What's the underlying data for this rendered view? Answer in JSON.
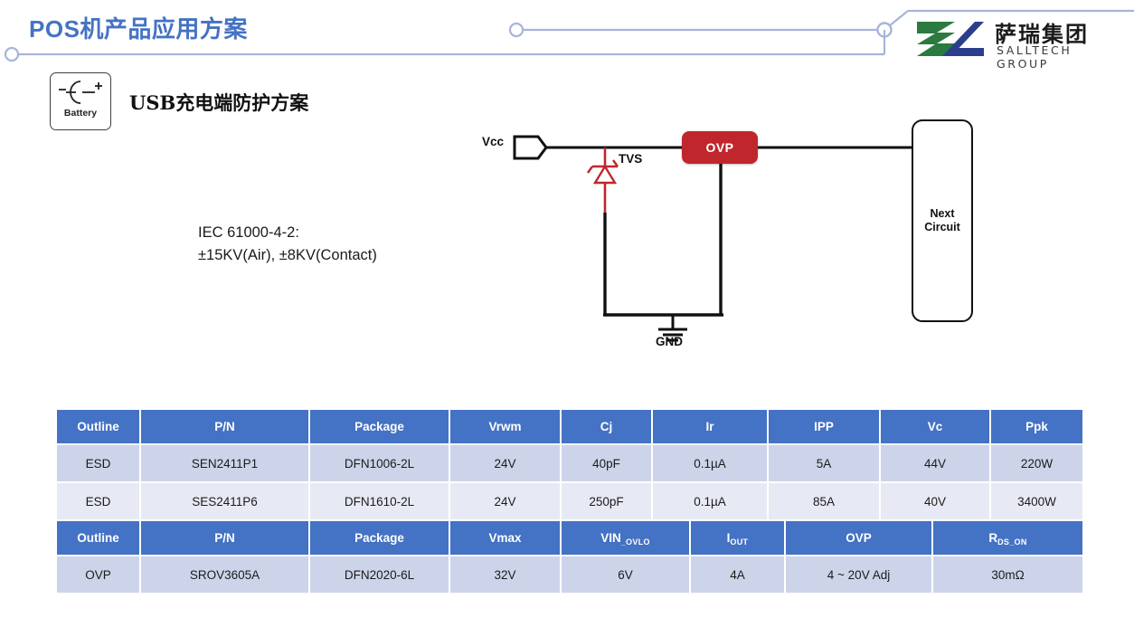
{
  "header": {
    "title": "POS机产品应用方案",
    "title_color": "#4472C4",
    "deco_line_color": "#A7B4DB"
  },
  "logo": {
    "name_cn": "萨瑞集团",
    "name_en": "SALLTECH GROUP",
    "mark_green": "#2C7A3F",
    "mark_blue": "#2B3E8C"
  },
  "badge": {
    "icon": "battery-icon",
    "label": "Battery"
  },
  "section": {
    "title": "USB充电端防护方案"
  },
  "note": {
    "line1": "IEC 61000-4-2:",
    "line2": "±15KV(Air), ±8KV(Contact)"
  },
  "circuit": {
    "vcc_label": "Vcc",
    "tvs_label": "TVS",
    "gnd_label": "GND",
    "ovp_label": "OVP",
    "ovp_color": "#C0272D",
    "tvs_color": "#C0272D",
    "next_circuit_line1": "Next",
    "next_circuit_line2": "Circuit",
    "wire_color": "#111111"
  },
  "table_esd": {
    "headers": [
      "Outline",
      "P/N",
      "Package",
      "Vrwm",
      "Cj",
      "Ir",
      "IPP",
      "Vc",
      "Ppk"
    ],
    "rows": [
      [
        "ESD",
        "SEN2411P1",
        "DFN1006-2L",
        "24V",
        "40pF",
        "0.1µA",
        "5A",
        "44V",
        "220W"
      ],
      [
        "ESD",
        "SES2411P6",
        "DFN1610-2L",
        "24V",
        "250pF",
        "0.1µA",
        "85A",
        "40V",
        "3400W"
      ]
    ],
    "header_bg": "#4472C4",
    "row_odd_bg": "#CDD4E9",
    "row_even_bg": "#E7EAF4"
  },
  "table_ovp": {
    "headers": [
      {
        "main": "Outline",
        "sub": ""
      },
      {
        "main": "P/N",
        "sub": ""
      },
      {
        "main": "Package",
        "sub": ""
      },
      {
        "main": "Vmax",
        "sub": ""
      },
      {
        "main": "VIN",
        "sub": "_OVLO"
      },
      {
        "main": "I",
        "sub": "OUT"
      },
      {
        "main": "OVP",
        "sub": ""
      },
      {
        "main": "R",
        "sub": "DS_ON"
      }
    ],
    "rows": [
      [
        "OVP",
        "SROV3605A",
        "DFN2020-6L",
        "32V",
        "6V",
        "4A",
        "4 ~ 20V Adj",
        "30mΩ"
      ]
    ],
    "header_bg": "#4472C4",
    "row_odd_bg": "#CDD4E9"
  }
}
